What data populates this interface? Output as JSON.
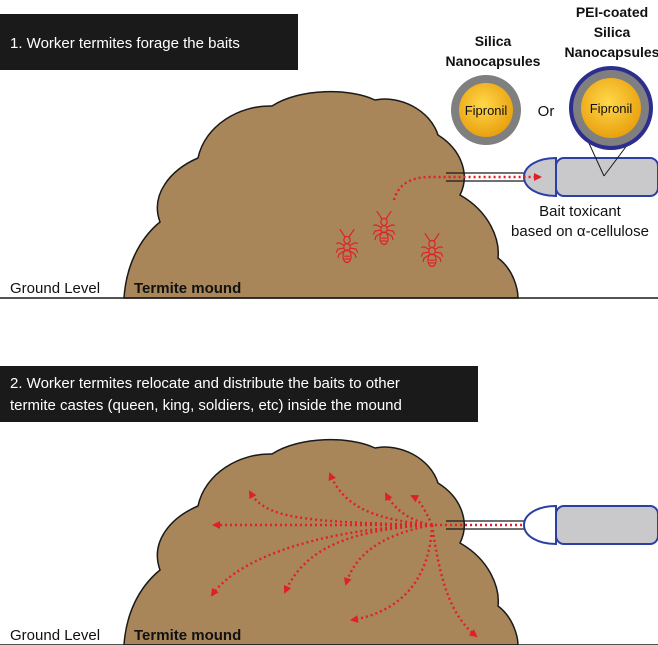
{
  "panel1": {
    "caption": "1. Worker termites forage the baits",
    "ground_label": "Ground Level",
    "mound_label": "Termite mound",
    "capsule_a": {
      "title_line1": "Silica",
      "title_line2": "Nanocapsules",
      "core_label": "Fipronil"
    },
    "or_label": "Or",
    "capsule_b": {
      "title_line1": "PEI-coated",
      "title_line2": "Silica",
      "title_line3": "Nanocapsules",
      "core_label": "Fipronil"
    },
    "bait_label_line1": "Bait toxicant",
    "bait_label_line2": "based on α-cellulose"
  },
  "panel2": {
    "caption_line1": "2. Worker termites relocate and distribute the baits to other",
    "caption_line2": "termite castes (queen, king, soldiers, etc) inside the mound",
    "ground_label": "Ground Level",
    "mound_label": "Termite mound"
  },
  "colors": {
    "mound": "#A8865A",
    "mound_edge": "#1a1a1a",
    "banner": "#1a1a1a",
    "arrow": "#E01F26",
    "bait_fill": "#C9C9CB",
    "bait_edge": "#2C3FA5",
    "core": "#F2B21B",
    "shell_grey": "#7F7F7F",
    "shell_blue": "#2B2E8F"
  },
  "icons": [
    "termite-icon",
    "nanocapsule-icon",
    "bait-cylinder-icon"
  ]
}
